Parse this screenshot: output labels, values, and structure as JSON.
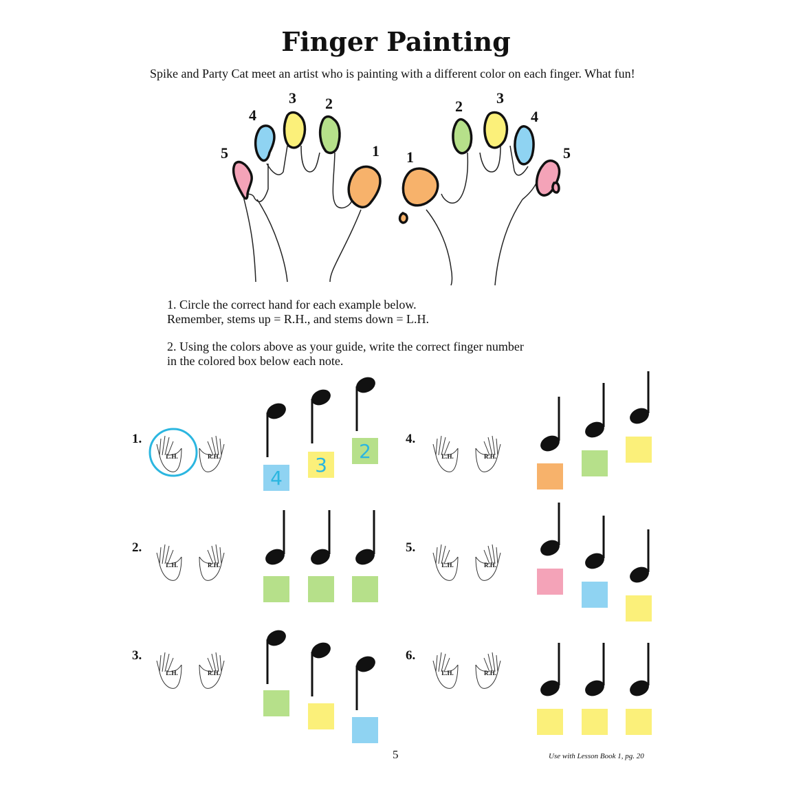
{
  "title": "Finger Painting",
  "intro": "Spike and Party Cat meet an artist who is painting with a different color on each finger. What fun!",
  "instructions": [
    "1.  Circle the correct hand for each example below.",
    "Remember, stems up = R.H., and stems down = L.H.",
    "2.  Using the colors above as your guide, write the correct finger number",
    "in the colored box below each note."
  ],
  "finger_numbers": {
    "left": [
      "5",
      "4",
      "3",
      "2",
      "1"
    ],
    "right": [
      "1",
      "2",
      "3",
      "4",
      "5"
    ]
  },
  "finger_colors": {
    "1": "#f7b26b",
    "2": "#b6e08a",
    "3": "#fbf07a",
    "4": "#8fd3f2",
    "5": "#f4a3b8"
  },
  "hand_labels": {
    "left": "L.H.",
    "right": "R.H."
  },
  "exercises": [
    {
      "label": "1.",
      "circled": "left",
      "answers": [
        "4",
        "3",
        "2"
      ]
    },
    {
      "label": "2.",
      "answers": [
        "",
        "",
        ""
      ]
    },
    {
      "label": "3.",
      "answers": [
        "",
        "",
        ""
      ]
    },
    {
      "label": "4.",
      "answers": [
        "",
        "",
        ""
      ]
    },
    {
      "label": "5.",
      "answers": [
        "",
        "",
        ""
      ]
    },
    {
      "label": "6.",
      "answers": [
        "",
        "",
        ""
      ]
    }
  ],
  "page_number": "5",
  "footer": "Use with Lesson Book 1, pg. 20"
}
